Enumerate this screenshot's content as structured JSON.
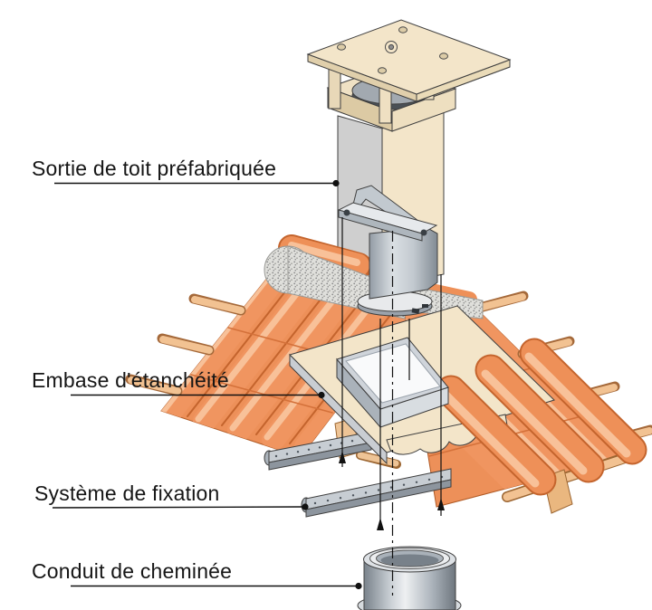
{
  "diagram": {
    "type": "exploded-technical-illustration",
    "labels": [
      {
        "id": "sortie",
        "text": "Sortie de toit préfabriquée"
      },
      {
        "id": "embase",
        "text": "Embase d'étanchéité"
      },
      {
        "id": "fixation",
        "text": "Système de fixation"
      },
      {
        "id": "conduit",
        "text": "Conduit de cheminée"
      }
    ],
    "parts": [
      "chimney-cap",
      "chimney-body",
      "metal-connector",
      "ridge-mortar",
      "roof-tiles-left-slope",
      "roof-tiles-right-slope",
      "roof-battens",
      "sealing-base-plate",
      "base-upstand",
      "fixing-rails",
      "flue-pipe",
      "alignment-lines"
    ],
    "colors": {
      "background": "#ffffff",
      "label_text": "#161616",
      "leader_line": "#111111",
      "cream": "#f3e5c9",
      "cream_shadow": "#d9c8a3",
      "gray_face": "#cfcfcf",
      "metal_light": "#e3e7ea",
      "metal": "#b4bcc4",
      "metal_dark": "#8b949d",
      "tile_orange": "#ee9058",
      "tile_dark": "#c4642d",
      "tile_highlight": "#f8c199",
      "mortar_gray": "#dfdfdb",
      "wood_tan": "#f2c292",
      "rain_cap_gray": "#4a5056"
    }
  }
}
